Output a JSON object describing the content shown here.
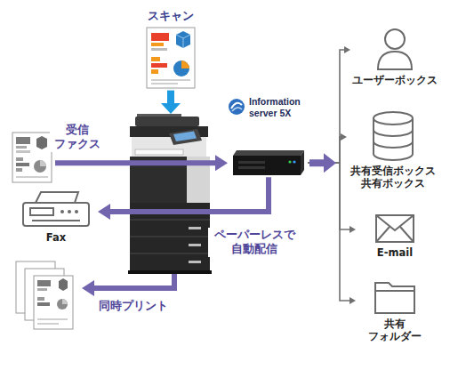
{
  "diagram": {
    "nodes": [
      {
        "text": [
          "スキャン"
        ]
      },
      {
        "text": []
      },
      {
        "text": []
      },
      {
        "text": [
          "Information server 5X"
        ]
      },
      {
        "text": [
          "ユーザーボックス"
        ]
      },
      {
        "text": [
          "共有受信ボックス 共有ボックス"
        ]
      },
      {
        "text": [
          "E-mail"
        ]
      },
      {
        "text": [
          "共有 フォルダー"
        ]
      },
      {
        "text": [
          "Fax"
        ]
      },
      {
        "text": []
      }
    ],
    "edges": [
      {
        "from": 0,
        "to": 2,
        "arrow": "to"
      },
      {
        "from": 1,
        "to": 3,
        "arrow": "to",
        "label": "受信 ファクス"
      },
      {
        "from": 3,
        "to": 4,
        "arrow": "to"
      },
      {
        "from": 3,
        "to": 5,
        "arrow": "to"
      },
      {
        "from": 3,
        "to": 6,
        "arrow": "to"
      },
      {
        "from": 3,
        "to": 7,
        "arrow": "to"
      },
      {
        "from": 3,
        "to": 8,
        "arrow": "to",
        "label": "ペーパーレスで 自動配信"
      },
      {
        "from": 2,
        "to": 9,
        "arrow": "to",
        "label": "同時プリント"
      }
    ]
  }
}
